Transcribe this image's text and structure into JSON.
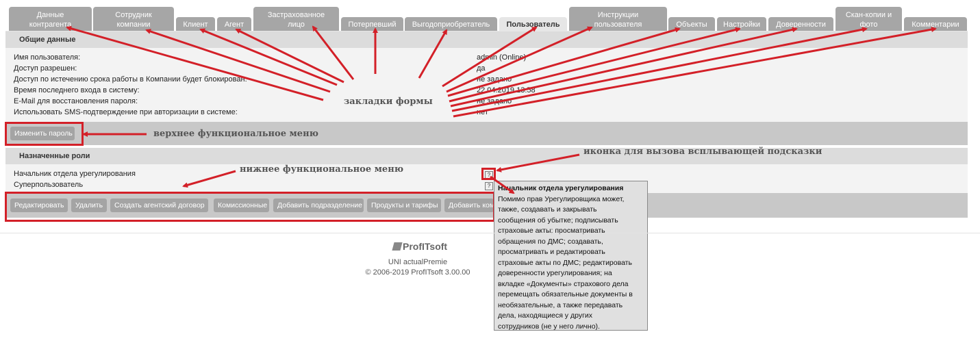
{
  "tabs": [
    {
      "label": "Данные\nконтрагента"
    },
    {
      "label": "Сотрудник\nкомпании"
    },
    {
      "label": "Клиент"
    },
    {
      "label": "Агент"
    },
    {
      "label": "Застрахованное\nлицо"
    },
    {
      "label": "Потерпевший"
    },
    {
      "label": "Выгодоприобретатель"
    },
    {
      "label": "Пользователь"
    },
    {
      "label": "Инструкции\nпользователя"
    },
    {
      "label": "Объекты"
    },
    {
      "label": "Настройки"
    },
    {
      "label": "Доверенности"
    },
    {
      "label": "Скан-копии и\nфото"
    },
    {
      "label": "Комментарии"
    }
  ],
  "general": {
    "title": "Общие данные",
    "rows": [
      {
        "label": "Имя пользователя:",
        "value": "admin (Online)"
      },
      {
        "label": "Доступ разрешен:",
        "value": "да"
      },
      {
        "label": "Доступ по истечению срока работы в Компании будет блокирован:",
        "value": "не задано"
      },
      {
        "label": "Время последнего входа в систему:",
        "value": "22.04.2019 13:58"
      },
      {
        "label": "E-Mail для восстановления пароля:",
        "value": "не задано"
      },
      {
        "label": "Использовать SMS-подтверждение при авторизации в системе:",
        "value": "нет"
      }
    ]
  },
  "top_menu": {
    "change_password": "Изменить пароль"
  },
  "roles": {
    "title": "Назначенные роли",
    "items": [
      "Начальник отдела урегулирования",
      "Суперпользователь"
    ],
    "help_glyph": "?"
  },
  "bottom_menu": [
    "Редактировать",
    "Удалить",
    "Создать агентский договор",
    "Комиссионные",
    "Добавить подразделение",
    "Продукты и тарифы",
    "Добавить ком"
  ],
  "tooltip": {
    "title": "Начальник отдела урегулирования",
    "lines": [
      "Помимо прав Урегулировщика может,",
      "также, создавать и закрывать",
      "сообщения об убытке; подписывать",
      "страховые акты; просматривать",
      "обращения по ДМС; создавать,",
      "просматривать и редактировать",
      "страховые акты по ДМС; редактировать",
      "доверенности урегулирования; на",
      "вкладке «Документы» страхового дела",
      "перемещать обязательные документы в",
      "необязательные, а также передавать",
      "дела, находящиеся у других",
      "сотрудников (не у него лично)."
    ]
  },
  "annotations": {
    "tabs": "закладки формы",
    "top_menu": "верхнее функциональное меню",
    "bottom_menu": "нижнее функциональное меню",
    "help_icon": "иконка для вызова всплывающей подсказки"
  },
  "footer": {
    "logo": "ProfITsoft",
    "product": "UNI actualPremie",
    "copyright": "© 2006-2019 ProfITsoft 3.00.00"
  },
  "colors": {
    "arrow": "#d32028",
    "tab": "#a6a6a6",
    "active_tab": "#e6e6e6"
  }
}
